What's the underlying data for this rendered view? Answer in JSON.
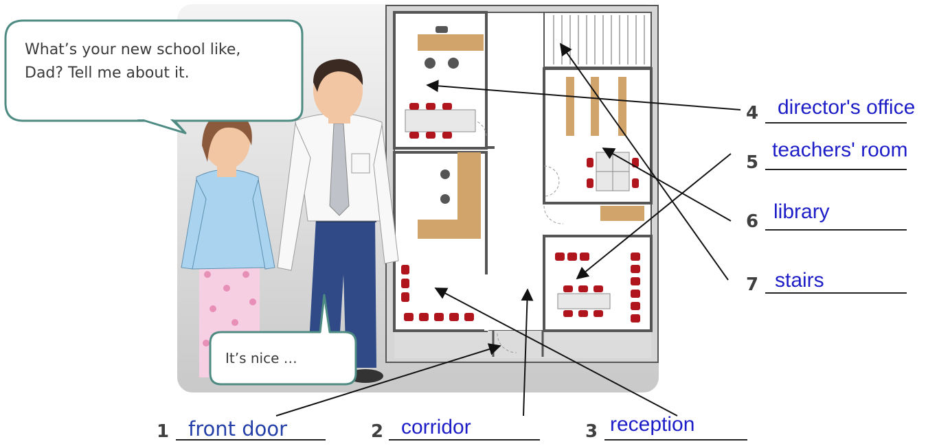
{
  "bubbles": {
    "top_line1": "What’s your new school like,",
    "top_line2": "Dad? Tell me about it.",
    "bottom": "It’s nice …"
  },
  "labels": [
    {
      "number": "1",
      "answer": "front door"
    },
    {
      "number": "2",
      "answer": "corridor"
    },
    {
      "number": "3",
      "answer": "reception"
    },
    {
      "number": "4",
      "answer": "director's office"
    },
    {
      "number": "5",
      "answer": "teachers' room"
    },
    {
      "number": "6",
      "answer": "library"
    },
    {
      "number": "7",
      "answer": "stairs"
    }
  ],
  "colors": {
    "bubble_fill": "#eef5f4",
    "bubble_border": "#4e8b82",
    "answer_text": "#1d1dc8",
    "desk_wood": "#d1a46c",
    "chair_red": "#b0141c"
  }
}
